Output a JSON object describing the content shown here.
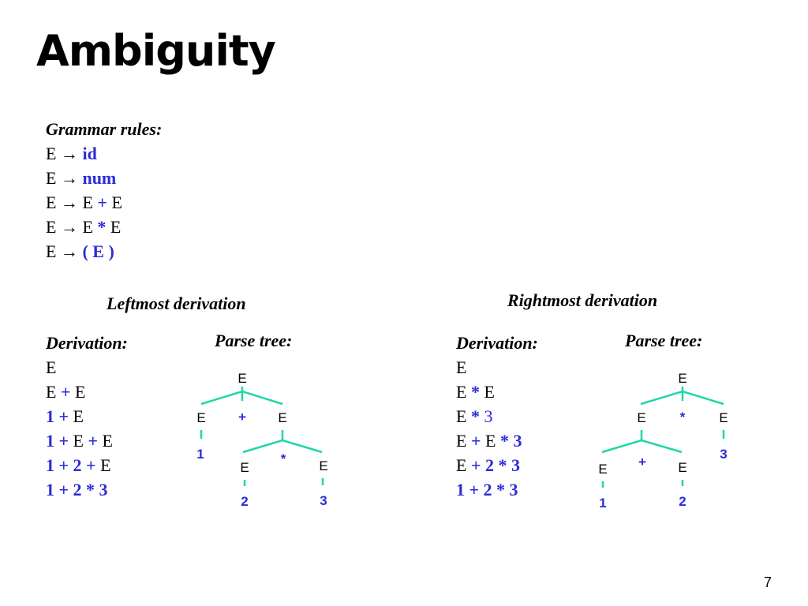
{
  "title": "Ambiguity",
  "grammar": {
    "heading": "Grammar rules:",
    "arrow": "→",
    "lhs": "E",
    "rules": [
      {
        "pre": "",
        "op": "id",
        "post": ""
      },
      {
        "pre": "",
        "op": "num",
        "post": ""
      },
      {
        "pre": "E",
        "op": "+",
        "post": "E"
      },
      {
        "pre": "E",
        "op": "*",
        "post": "E"
      },
      {
        "pre": "",
        "op": "( E )",
        "post": ""
      }
    ]
  },
  "leftmost": {
    "caption": "Leftmost derivation",
    "derivation_heading": "Derivation:",
    "parse_tree_heading": "Parse tree:",
    "steps": [
      [
        {
          "t": "E",
          "s": "plain"
        }
      ],
      [
        {
          "t": "E",
          "s": "plain"
        },
        {
          "t": "+",
          "s": "blue"
        },
        {
          "t": "E",
          "s": "plain"
        }
      ],
      [
        {
          "t": "1",
          "s": "blue"
        },
        {
          "t": "+",
          "s": "blue"
        },
        {
          "t": "E",
          "s": "plain"
        }
      ],
      [
        {
          "t": "1",
          "s": "blue"
        },
        {
          "t": "+",
          "s": "blue"
        },
        {
          "t": "E",
          "s": "plain"
        },
        {
          "t": "+",
          "s": "blue"
        },
        {
          "t": "E",
          "s": "plain"
        }
      ],
      [
        {
          "t": "1",
          "s": "blue"
        },
        {
          "t": "+",
          "s": "blue"
        },
        {
          "t": "2",
          "s": "blue"
        },
        {
          "t": "+",
          "s": "blue"
        },
        {
          "t": "E",
          "s": "plain"
        }
      ],
      [
        {
          "t": "1 + 2 * 3",
          "s": "blue"
        }
      ]
    ],
    "tree": {
      "root": "E",
      "left_child": "E",
      "operator": "+",
      "right_child": "E",
      "left_leaf": "1",
      "sub_left": "E",
      "sub_operator": "*",
      "sub_right": "E",
      "sub_left_leaf": "2",
      "sub_right_leaf": "3"
    }
  },
  "rightmost": {
    "caption": "Rightmost derivation",
    "derivation_heading": "Derivation:",
    "parse_tree_heading": "Parse tree:",
    "steps": [
      [
        {
          "t": "E",
          "s": "plain"
        }
      ],
      [
        {
          "t": "E",
          "s": "plain"
        },
        {
          "t": "*",
          "s": "blue"
        },
        {
          "t": "E",
          "s": "plain"
        }
      ],
      [
        {
          "t": "E",
          "s": "plain"
        },
        {
          "t": "*",
          "s": "blue"
        },
        {
          "t": "3",
          "s": "bluen"
        }
      ],
      [
        {
          "t": "E",
          "s": "plain"
        },
        {
          "t": "+",
          "s": "blue"
        },
        {
          "t": "E",
          "s": "plain"
        },
        {
          "t": "* 3",
          "s": "blue"
        }
      ],
      [
        {
          "t": "E",
          "s": "plain"
        },
        {
          "t": "+ 2 * 3",
          "s": "blue"
        }
      ],
      [
        {
          "t": "1 + 2 * 3",
          "s": "blue"
        }
      ]
    ],
    "tree": {
      "root": "E",
      "left_child": "E",
      "operator": "*",
      "right_child": "E",
      "right_leaf": "3",
      "sub_left": "E",
      "sub_operator": "+",
      "sub_right": "E",
      "sub_left_leaf": "1",
      "sub_right_leaf": "2"
    }
  },
  "page_number": "7",
  "colors": {
    "keyword_blue": "#2b2bd9",
    "tree_line": "#1fd6a8"
  }
}
